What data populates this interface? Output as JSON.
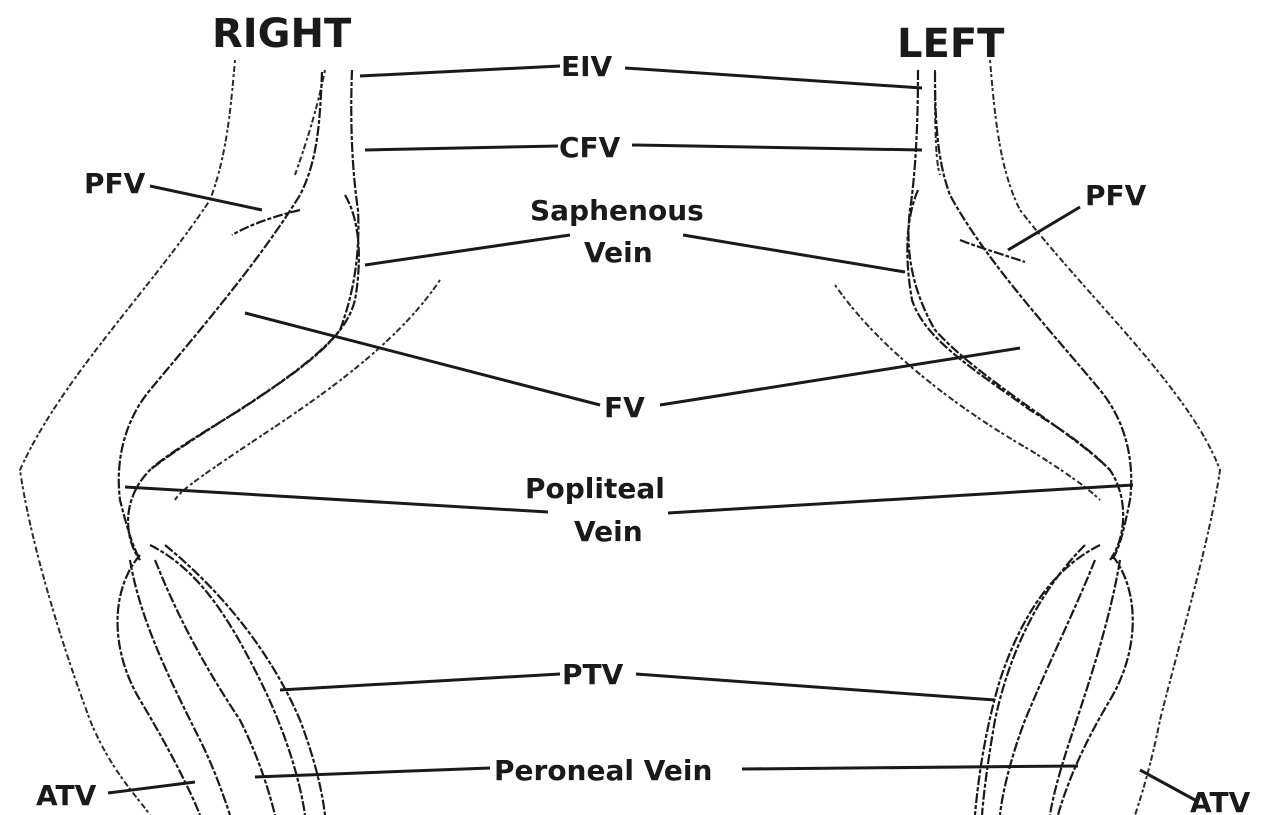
{
  "headings": {
    "right": "RIGHT",
    "left": "LEFT"
  },
  "labels": {
    "eiv": "EIV",
    "cfv": "CFV",
    "saphenous_line1": "Saphenous",
    "saphenous_line2": "Vein",
    "pfv_right": "PFV",
    "pfv_left": "PFV",
    "fv": "FV",
    "popliteal_line1": "Popliteal",
    "popliteal_line2": "Vein",
    "ptv": "PTV",
    "peroneal": "Peroneal Vein",
    "atv_right": "ATV",
    "atv_left": "ATV"
  },
  "colors": {
    "ink": "#1a1a1a",
    "background": "#ffffff"
  }
}
